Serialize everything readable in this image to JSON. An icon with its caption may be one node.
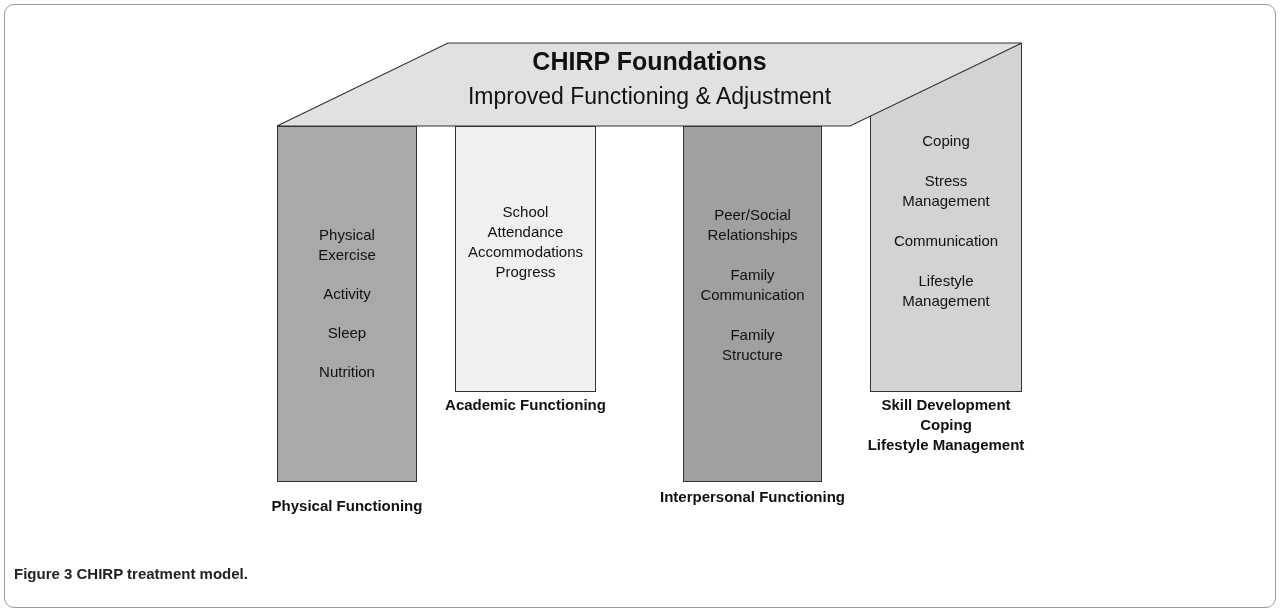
{
  "diagram": {
    "caption": "Figure 3 CHIRP treatment model.",
    "nodes": [
      {
        "text": [
          "CHIRP Foundations",
          "Improved Functioning & Adjustment"
        ]
      },
      {
        "text": [
          "Physical Exercise",
          "Activity",
          "Sleep",
          "Nutrition"
        ],
        "beside": [
          "Physical Functioning"
        ]
      },
      {
        "text": [
          "School",
          "Attendance",
          "Accommodations",
          "Progress"
        ],
        "beside": [
          "Academic Functioning"
        ]
      },
      {
        "text": [
          "Peer/Social Relationships",
          "Family Communication",
          "Family Structure"
        ],
        "beside": [
          "Interpersonal Functioning"
        ]
      },
      {
        "text": [
          "Coping",
          "Stress Management",
          "Communication",
          "Lifestyle Management"
        ],
        "beside": [
          "Skill Development",
          "Coping",
          "Lifestyle Management"
        ]
      }
    ],
    "edges": []
  }
}
